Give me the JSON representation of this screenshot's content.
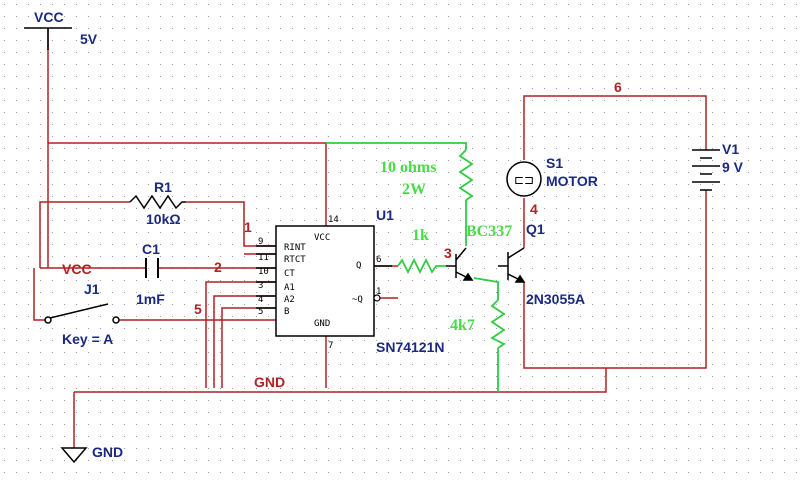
{
  "colors": {
    "wire": "#b22222",
    "green": "#2ecc40",
    "label_blue": "#1a2a80",
    "net_red": "#b22222",
    "label_green": "#44dd44",
    "component": "#000000",
    "grid_dot": "#9aa0a6"
  },
  "labels": {
    "vcc_top": "VCC",
    "vcc_value": "5V",
    "r1_name": "R1",
    "r1_value": "10kΩ",
    "c1_name": "C1",
    "c1_value": "1mF",
    "j1_name": "J1",
    "j1_key": "Key = A",
    "vcc_net": "VCC",
    "gnd_net": "GND",
    "gnd_symbol": "GND",
    "u1_name": "U1",
    "u1_part": "SN74121N",
    "r_top": "10 ohms",
    "r_top_power": "2W",
    "r_base": "1k",
    "r_bottom": "4k7",
    "q_driver": "BC337",
    "q1_name": "Q1",
    "q1_part": "2N3055A",
    "s1_name": "S1",
    "s1_part": "MOTOR",
    "v1_name": "V1",
    "v1_value": "9 V"
  },
  "nets": [
    "1",
    "2",
    "3",
    "4",
    "5",
    "6"
  ],
  "ic": {
    "pins_left": [
      {
        "num": "9",
        "name": "RINT"
      },
      {
        "num": "11",
        "name": "RTCT"
      },
      {
        "num": "10",
        "name": "CT"
      },
      {
        "num": "3",
        "name": "A1"
      },
      {
        "num": "4",
        "name": "A2"
      },
      {
        "num": "5",
        "name": "B"
      }
    ],
    "pin_top_num": "14",
    "pin_top_name": "VCC",
    "pin_bottom_num": "7",
    "pin_bottom_name": "GND",
    "pin_q_num": "6",
    "pin_q_name": "Q",
    "pin_nq_num": "1",
    "pin_nq_name": "~Q"
  }
}
